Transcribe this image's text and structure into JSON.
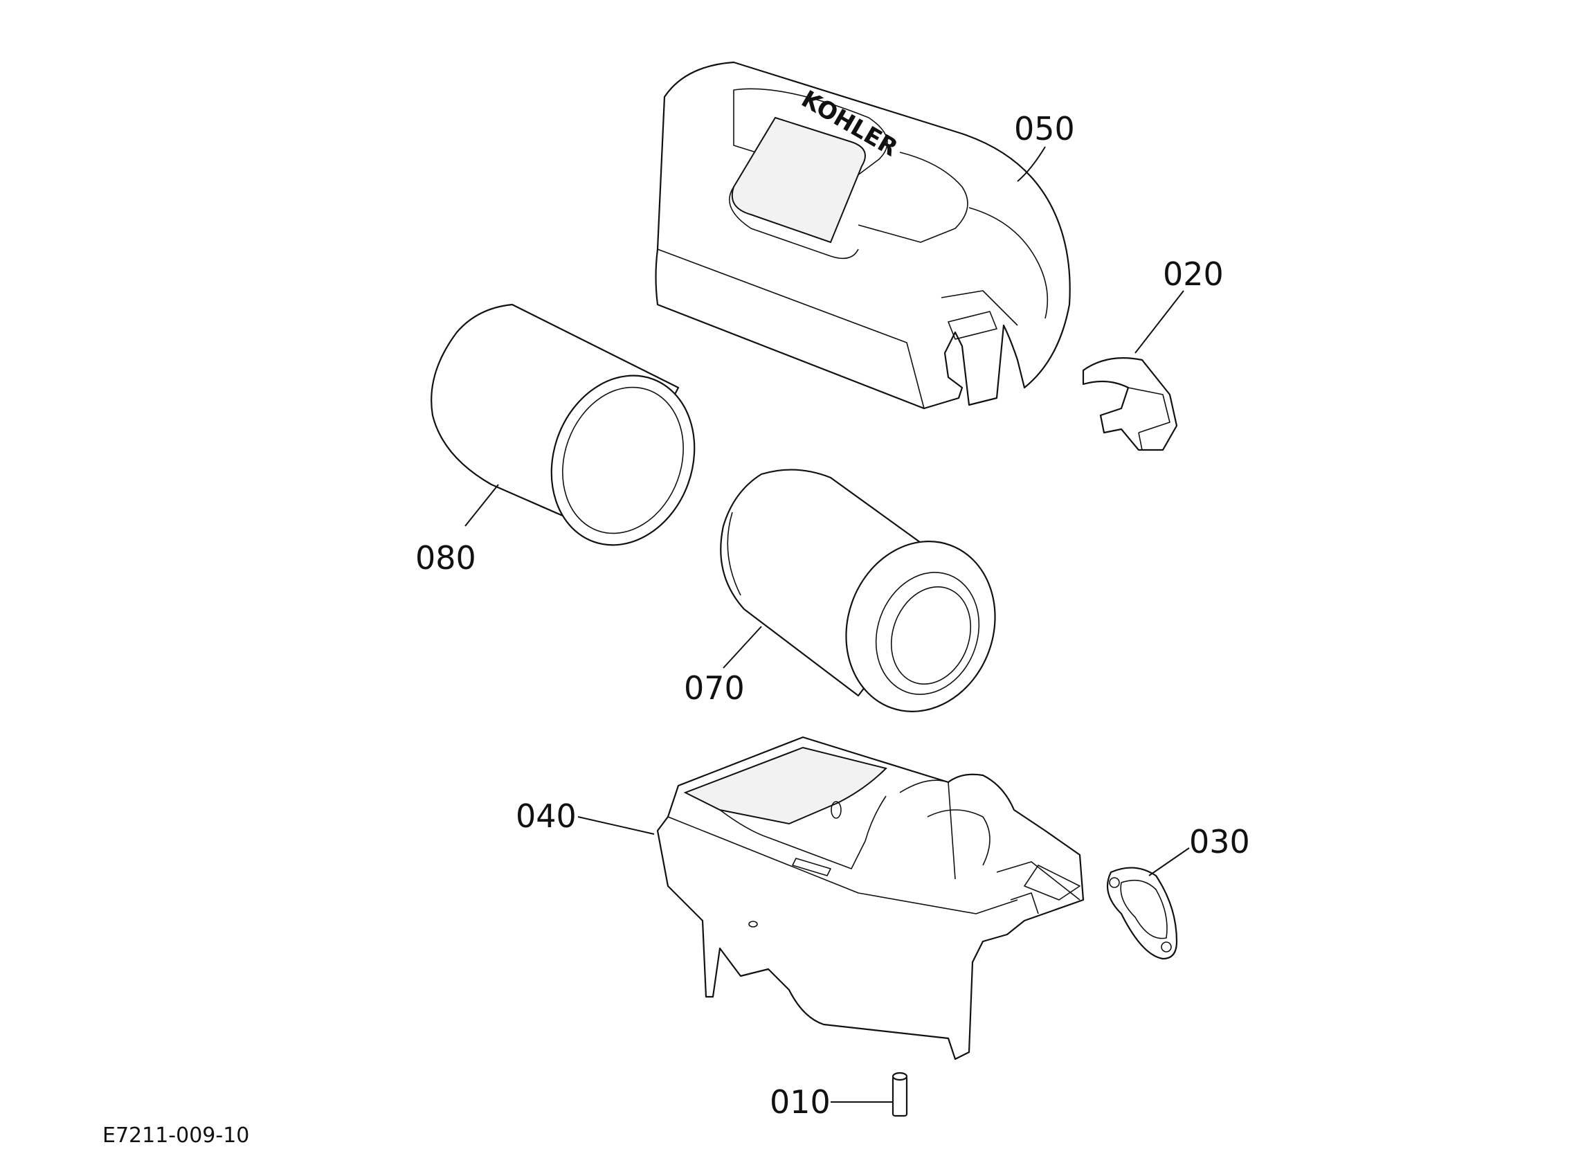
{
  "diagram": {
    "callouts": [
      "050",
      "020",
      "080",
      "070",
      "040",
      "030",
      "010"
    ],
    "drawing_id": "E7211-009-10",
    "logo_text": "KOHLER"
  }
}
